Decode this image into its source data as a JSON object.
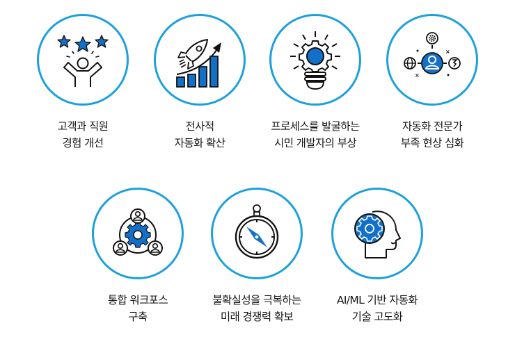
{
  "colors": {
    "circle_border": "#1ca0dc",
    "icon_fill": "#1370c8",
    "icon_stroke": "#111111",
    "background": "#ffffff",
    "text": "#151515"
  },
  "items": [
    {
      "icon": "happy-customer-stars-icon",
      "label_line1": "고객과 직원",
      "label_line2": "경험 개선"
    },
    {
      "icon": "rocket-growth-chart-icon",
      "label_line1": "전사적",
      "label_line2": "자동화 확산"
    },
    {
      "icon": "lightbulb-gear-icon",
      "label_line1": "프로세스를 발굴하는",
      "label_line2": "시민 개발자의 부상"
    },
    {
      "icon": "expert-network-icon",
      "label_line1": "자동화 전문가",
      "label_line2": "부족 현상 심화"
    },
    {
      "icon": "team-gear-workforce-icon",
      "label_line1": "통합 워크포스",
      "label_line2": "구축"
    },
    {
      "icon": "compass-icon",
      "label_line1": "불확실성을 극복하는",
      "label_line2": "미래 경쟁력 확보"
    },
    {
      "icon": "ai-head-gear-icon",
      "label_line1": "AI/ML 기반 자동화",
      "label_line2": "기술 고도화"
    }
  ]
}
